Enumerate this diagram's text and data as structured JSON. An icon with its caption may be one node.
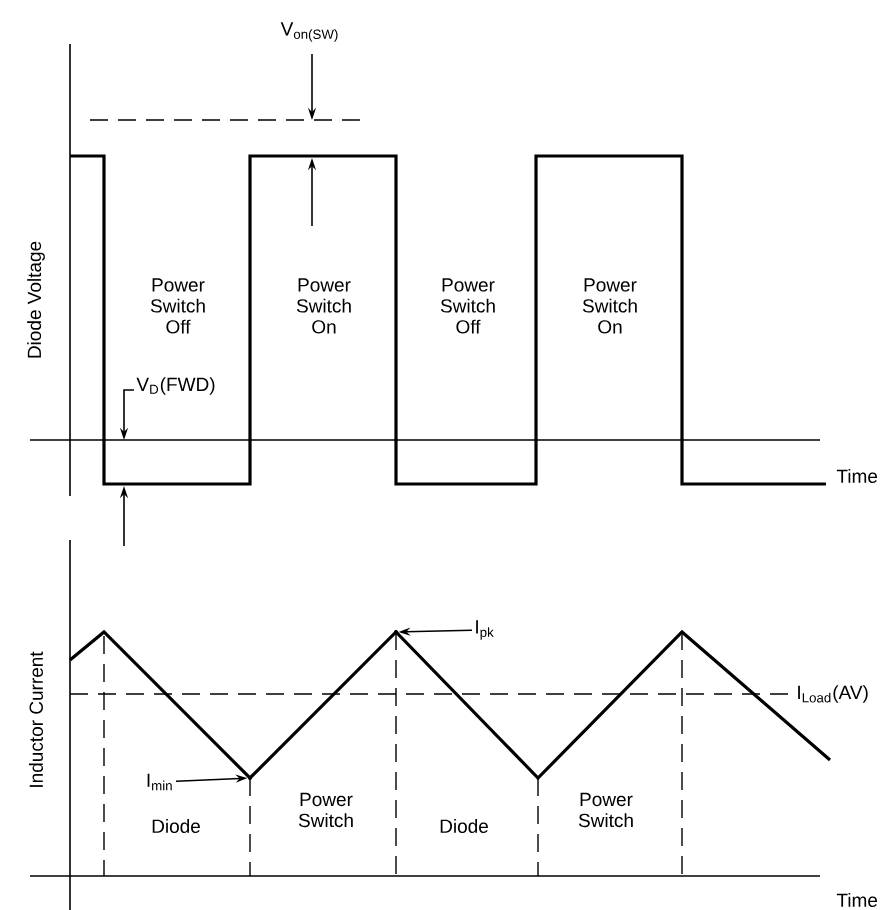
{
  "diagram": {
    "nodes": [
      {
        "text": [
          "I$_{pk}$"
        ]
      },
      {
        "text": [
          "I$_{min}$"
        ]
      },
      {
        "text": [],
        "shape": "point"
      },
      {
        "text": [],
        "shape": "point"
      }
    ],
    "edges": [
      {
        "from": 0,
        "to": 2,
        "arrow": "to"
      },
      {
        "from": 1,
        "to": 3,
        "arrow": "to"
      }
    ],
    "labels": [
      "V$_{on(SW)}$",
      "Diode Voltage",
      "Power Switch Off",
      "Power Switch On",
      "Power Switch Off",
      "Power Switch On",
      "V$_{D}$(FWD)",
      "Time",
      "Inductor Current",
      "I$_{Load}$(AV)",
      "Diode",
      "Power Switch",
      "Diode",
      "Power Switch",
      "Time"
    ]
  }
}
